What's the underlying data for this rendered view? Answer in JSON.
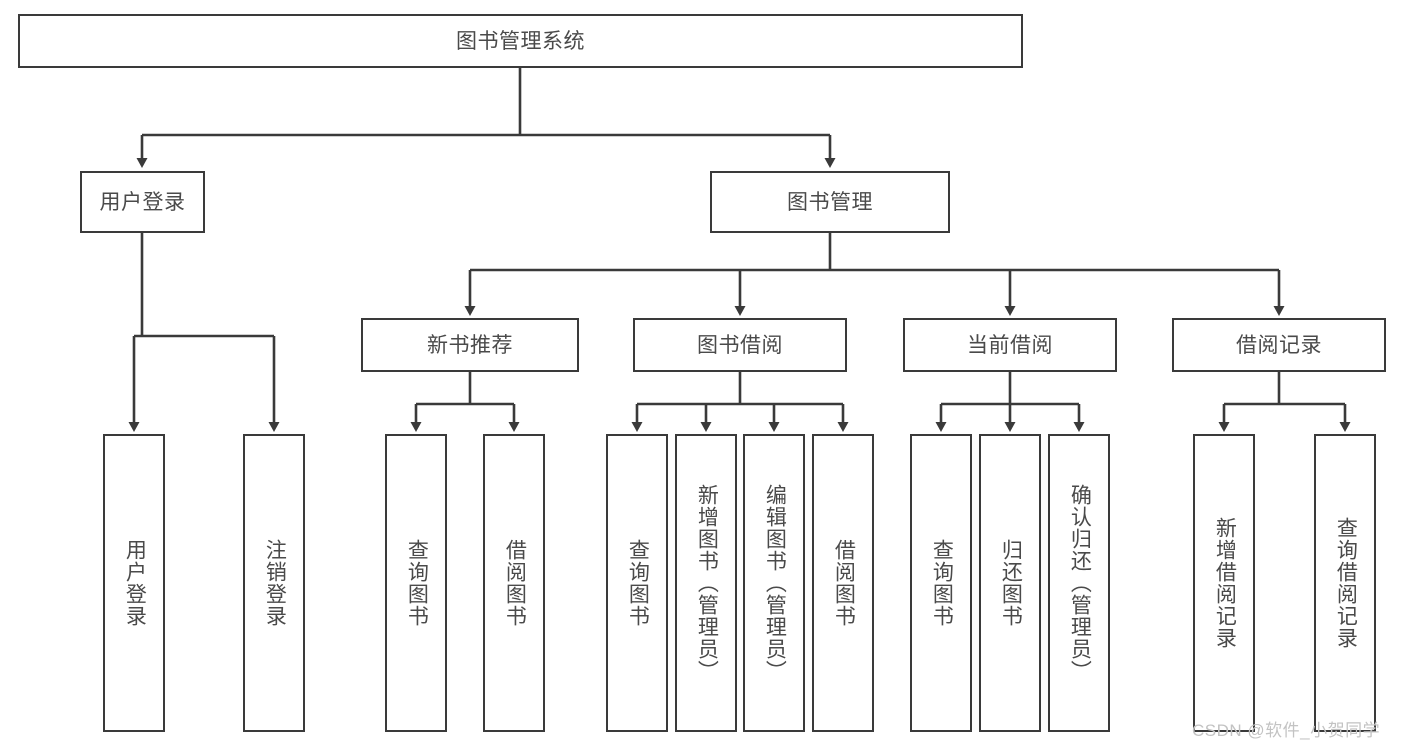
{
  "diagram": {
    "type": "tree-hierarchy-chart",
    "title": "图书管理系统",
    "background_color": "#ffffff",
    "line_color": "#3a3a3a",
    "text_color": "#4a4a4a",
    "levels": {
      "root": {
        "label": "图书管理系统"
      },
      "level2": [
        {
          "label": "用户登录"
        },
        {
          "label": "图书管理"
        }
      ],
      "level3": [
        {
          "label": "新书推荐"
        },
        {
          "label": "图书借阅"
        },
        {
          "label": "当前借阅"
        },
        {
          "label": "借阅记录"
        }
      ],
      "leaves": {
        "user_login": [
          {
            "label": "用户登录"
          },
          {
            "label": "注销登录"
          }
        ],
        "new_book_recommend": [
          {
            "label": "查询图书"
          },
          {
            "label": "借阅图书"
          }
        ],
        "book_borrow": [
          {
            "label": "查询图书"
          },
          {
            "label": "新增图书（管理员）"
          },
          {
            "label": "编辑图书（管理员）"
          },
          {
            "label": "借阅图书"
          }
        ],
        "current_borrow": [
          {
            "label": "查询图书"
          },
          {
            "label": "归还图书"
          },
          {
            "label": "确认归还（管理员）"
          }
        ],
        "borrow_record": [
          {
            "label": "新增借阅记录"
          },
          {
            "label": "查询借阅记录"
          }
        ]
      }
    },
    "watermark": "CSDN @软件_小贺同学"
  }
}
